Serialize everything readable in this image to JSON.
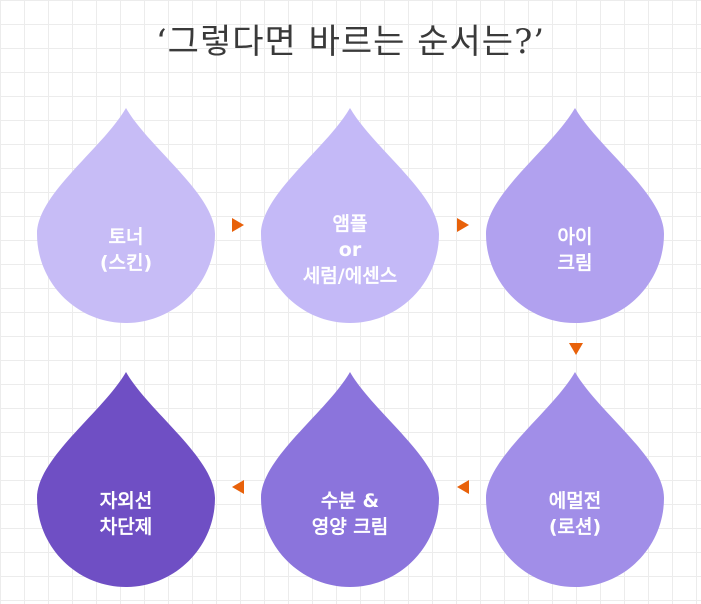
{
  "title": "‘그렇다면 바르는 순서는?’",
  "steps": [
    {
      "lines": [
        "토너",
        "(스킨)"
      ],
      "color": "#c7bcf6"
    },
    {
      "lines": [
        "앰플",
        "or",
        "세럼/에센스"
      ],
      "color": "#c4b9f7"
    },
    {
      "lines": [
        "아이",
        "크림"
      ],
      "color": "#b1a1ef"
    },
    {
      "lines": [
        "에멀전",
        "(로션)"
      ],
      "color": "#a18ee8"
    },
    {
      "lines": [
        "수분 &",
        "영양 크림"
      ],
      "color": "#8b74dc"
    },
    {
      "lines": [
        "자외선",
        "차단제"
      ],
      "color": "#6f4fc4"
    }
  ],
  "arrow_color": "#e8610a"
}
